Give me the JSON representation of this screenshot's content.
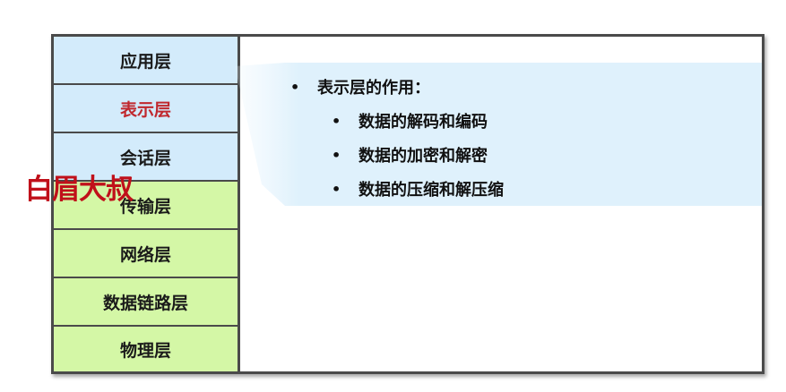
{
  "layers": [
    {
      "label": "应用层",
      "group": "upper",
      "active": false
    },
    {
      "label": "表示层",
      "group": "upper",
      "active": true
    },
    {
      "label": "会话层",
      "group": "upper",
      "active": false
    },
    {
      "label": "传输层",
      "group": "lower",
      "active": false
    },
    {
      "label": "网络层",
      "group": "lower",
      "active": false
    },
    {
      "label": "数据链路层",
      "group": "lower",
      "active": false
    },
    {
      "label": "物理层",
      "group": "lower",
      "active": false
    }
  ],
  "panel": {
    "heading": "表示层的作用：",
    "items": [
      "数据的解码和编码",
      "数据的加密和解密",
      "数据的压缩和解压缩"
    ]
  },
  "watermark": "白眉大叔",
  "colors": {
    "upper_fill": "#d3ebfb",
    "lower_fill": "#d4f7a6",
    "active_text": "#c0282e",
    "panel_fill": "#dff1fc",
    "border": "#4a4a4a",
    "watermark": "#c0101a"
  }
}
